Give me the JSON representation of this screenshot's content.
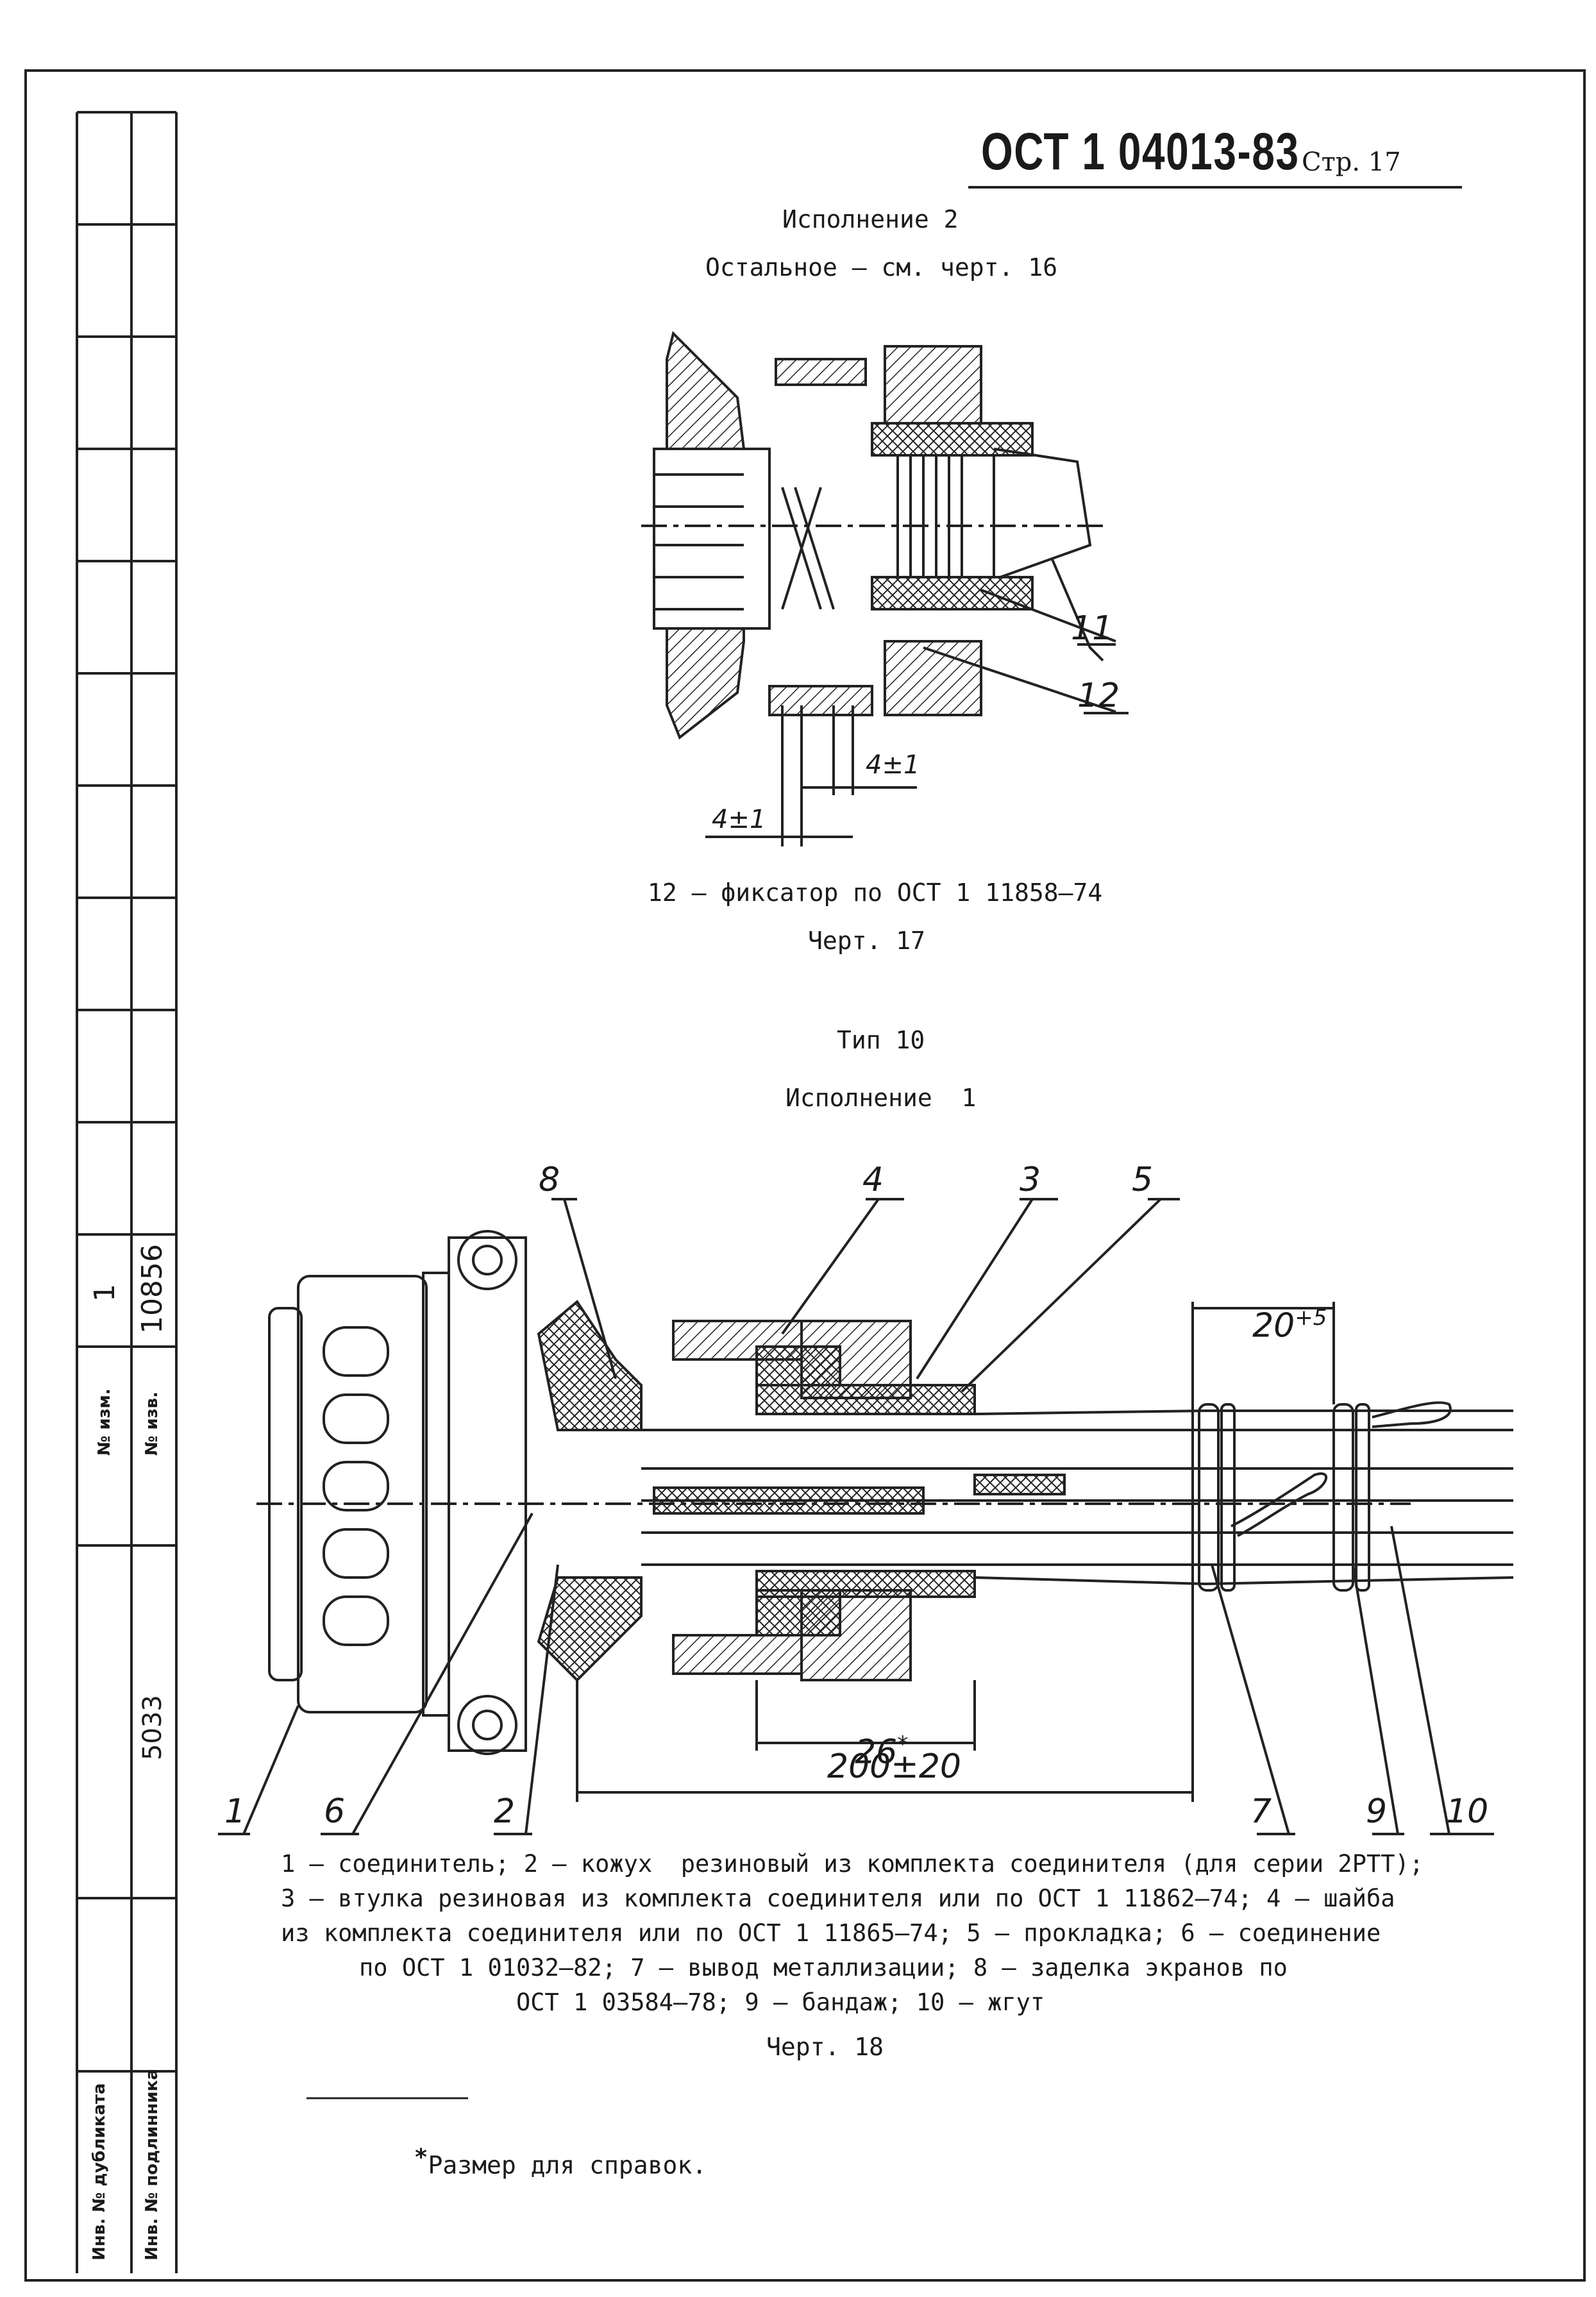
{
  "header": {
    "doc_number": "ОСТ 1 04013-83",
    "page_label": "Стр. 17"
  },
  "figure17": {
    "title": "Исполнение 2",
    "subtitle": "Остальное – см. черт. 16",
    "callouts": [
      "11",
      "12"
    ],
    "dim_a": "4±1",
    "dim_b": "4±1",
    "legend": "12 – фиксатор по ОСТ 1 11858–74",
    "caption": "Черт. 17"
  },
  "figure18": {
    "type_title": "Тип 10",
    "exec_title": "Исполнение  1",
    "callouts_top": [
      "8",
      "4",
      "3",
      "5"
    ],
    "callouts_bottom": [
      "1",
      "6",
      "2",
      "7",
      "9",
      "10"
    ],
    "dim_top": "20",
    "dim_top_sup": "+5",
    "dim_26": "26",
    "dim_26_sup": "*",
    "dim_200": "200±20",
    "legend_lines": [
      "1 – соединитель; 2 – кожух  резиновый из комплекта соединителя (для серии 2РТТ);",
      "3 – втулка резиновая из комплекта соединителя или по ОСТ 1 11862–74; 4 – шайба",
      "из комплекта соединителя или по ОСТ 1 11865–74; 5 – прокладка; 6 – соединение",
      "по ОСТ 1 01032–82; 7 – вывод металлизации; 8 – заделка экранов по",
      "ОСТ 1 03584–78; 9 – бандаж; 10 – жгут"
    ],
    "caption": "Черт. 18"
  },
  "footnote": {
    "mark": "*",
    "text": "Размер для справок."
  },
  "stamp": {
    "izm_label": "№ изм.",
    "izm_value": "1",
    "izv_label": "№ изв.",
    "izv_value": "10856",
    "podl_value": "5033",
    "dubl_label": "Инв. № дубликата",
    "podl_label": "Инв. № подлинника"
  }
}
